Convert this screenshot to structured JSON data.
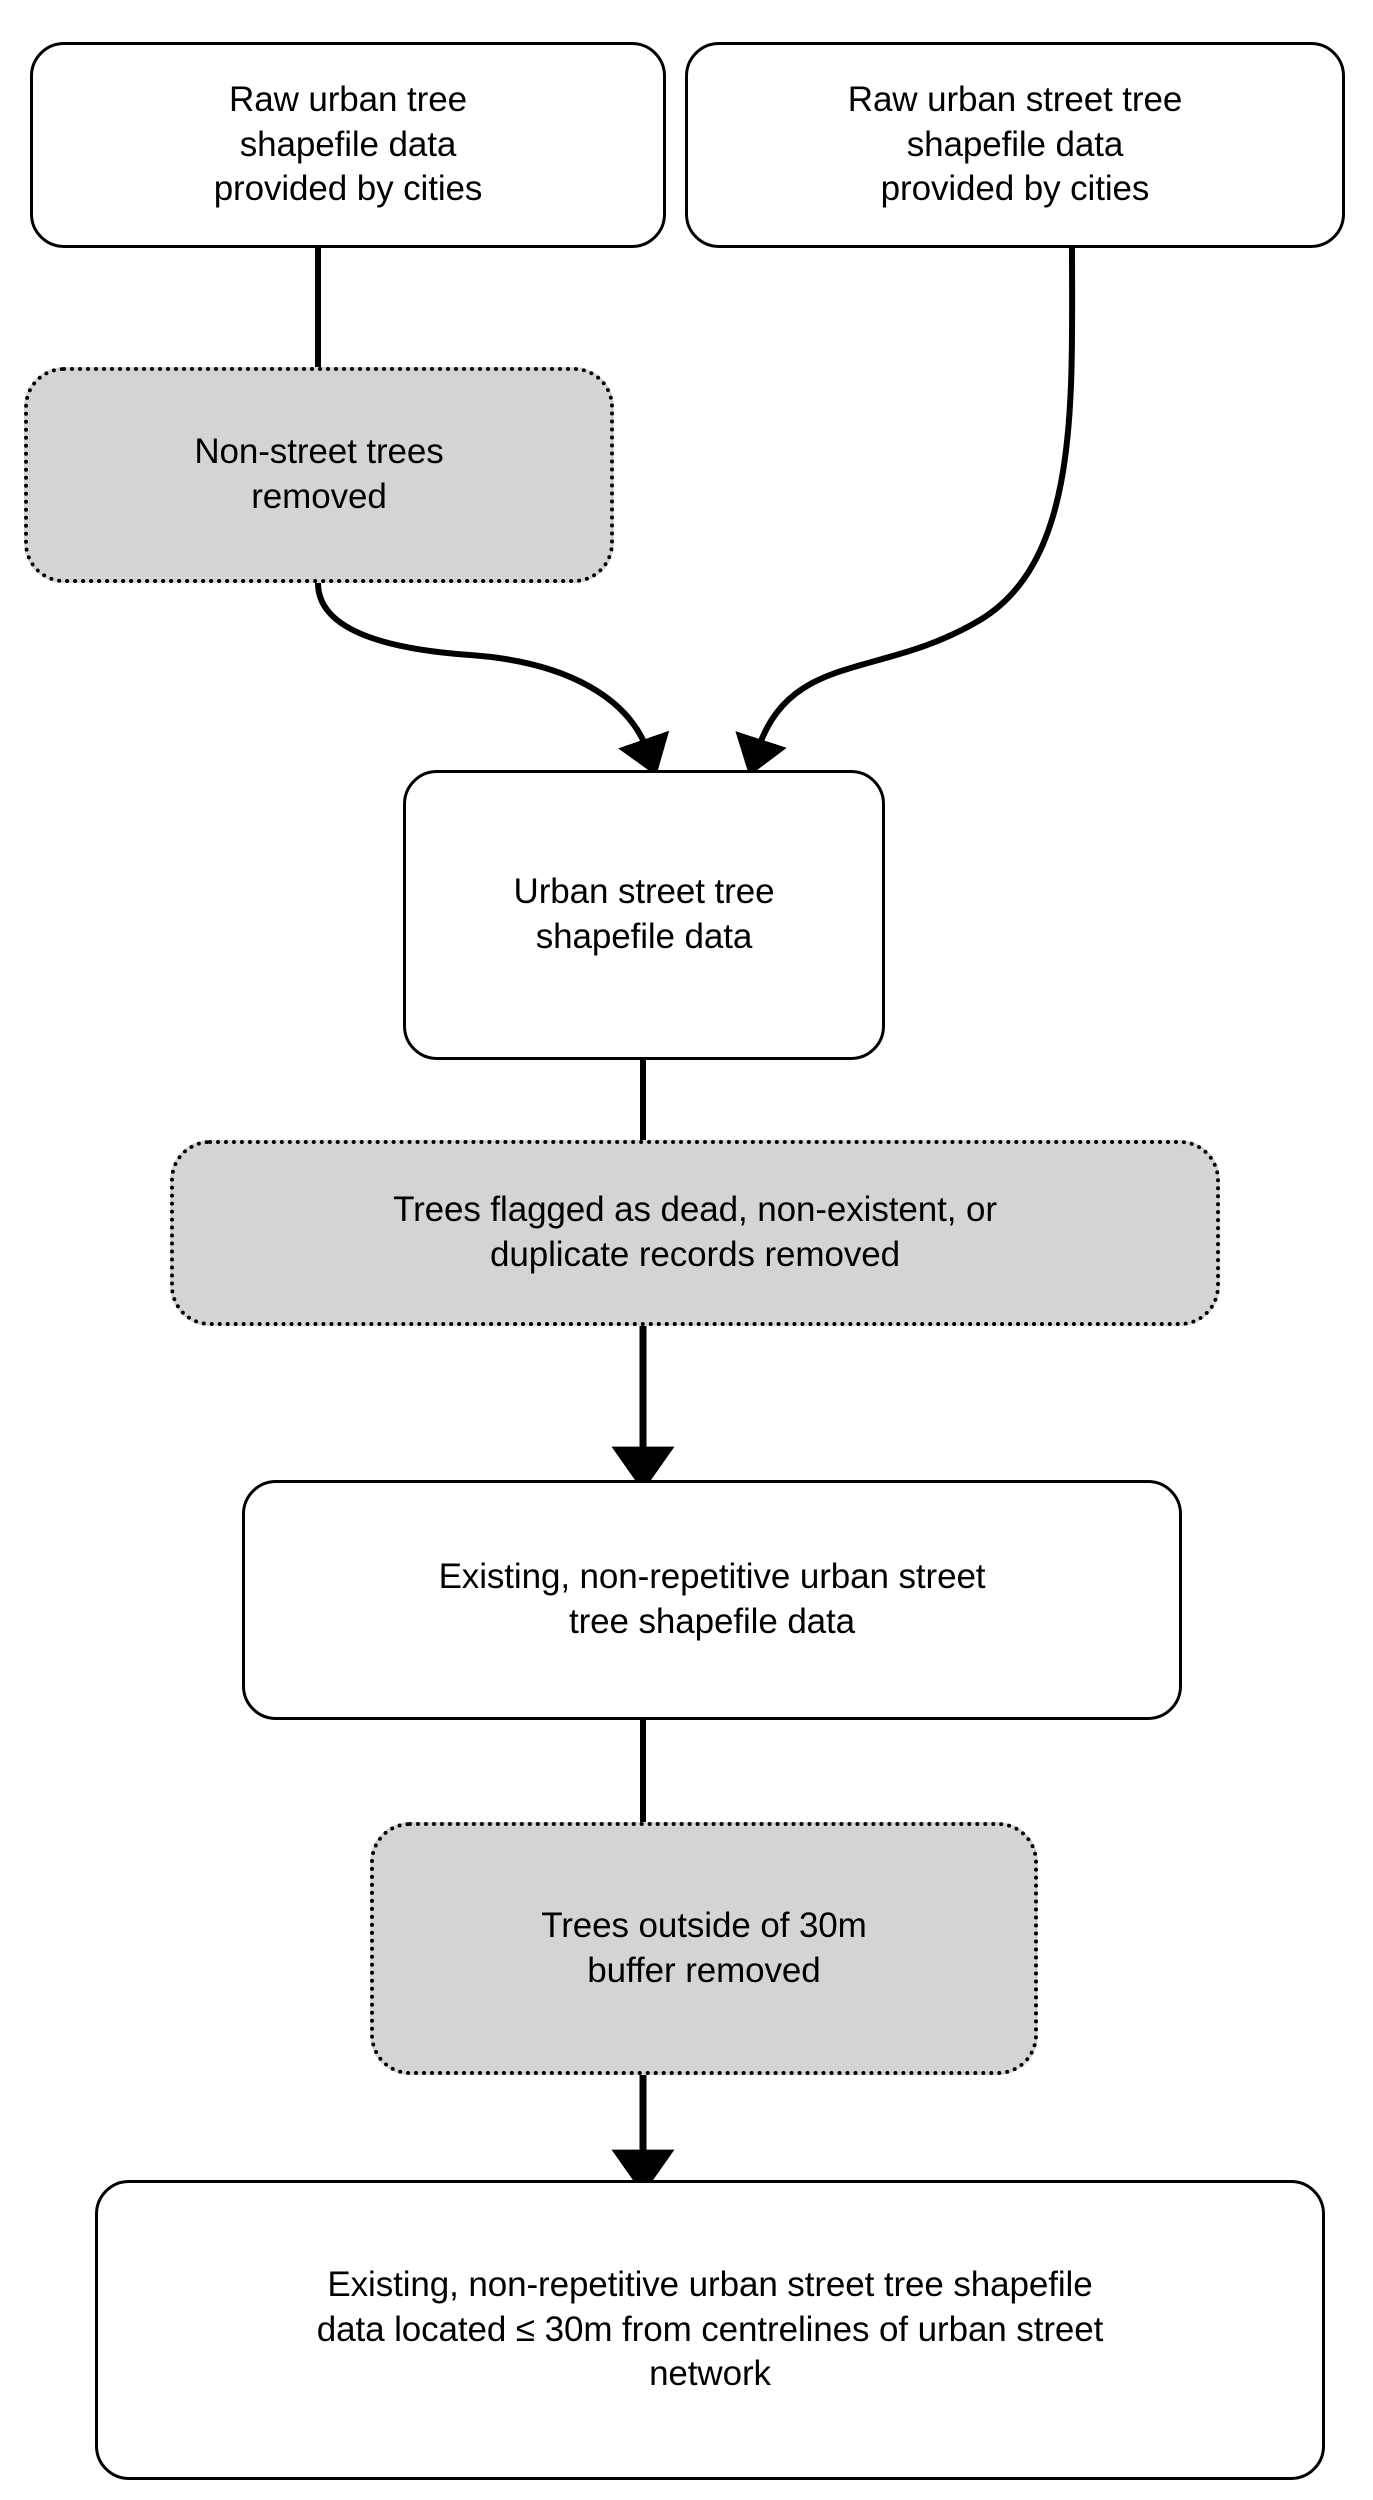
{
  "diagram": {
    "title": "Urban street tree shapefile data processing flowchart",
    "background_color": "#ffffff",
    "data_node_fill": "#ffffff",
    "process_node_fill": "#d4d4d4",
    "stroke_color": "#000000"
  },
  "nodes": {
    "raw_urban_tree": {
      "label": "Raw urban tree\nshapefile data\nprovided by cities",
      "type": "data"
    },
    "raw_urban_street_tree": {
      "label": "Raw urban street tree\nshapefile data\nprovided by cities",
      "type": "data"
    },
    "non_street_removed": {
      "label": "Non-street trees\nremoved",
      "type": "process"
    },
    "urban_street_tree": {
      "label": "Urban street tree\nshapefile data",
      "type": "data"
    },
    "dead_duplicate_removed": {
      "label": "Trees flagged as dead, non-existent, or\nduplicate records removed",
      "type": "process"
    },
    "existing_non_repetitive": {
      "label": "Existing, non-repetitive urban street\ntree shapefile data",
      "type": "data"
    },
    "buffer_removed": {
      "label": "Trees outside of 30m\nbuffer removed",
      "type": "process"
    },
    "final_output": {
      "label": "Existing, non-repetitive urban street tree shapefile\ndata located ≤ 30m from centrelines of urban street\nnetwork",
      "type": "data"
    }
  }
}
